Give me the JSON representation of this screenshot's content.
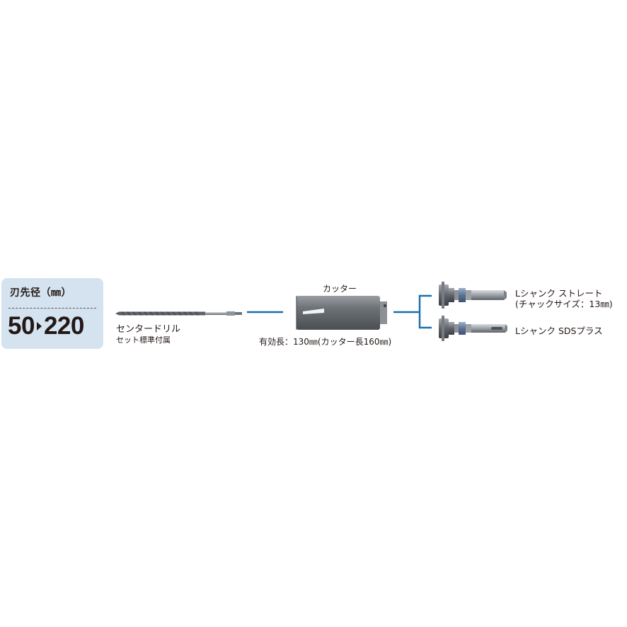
{
  "spec": {
    "label": "刃先径（㎜）",
    "min": "50",
    "max": "220"
  },
  "center_drill": {
    "name": "センタードリル",
    "note": "セット標準付属"
  },
  "cutter": {
    "label": "カッター",
    "length_note": "有効長：130㎜(カッター長160㎜)"
  },
  "shanks": {
    "straight": {
      "line1": "Lシャンク ストレート",
      "line2": "(チャックサイズ：13㎜)"
    },
    "sds": {
      "label": "Lシャンク SDSプラス"
    }
  },
  "colors": {
    "connector": "#1b6fae",
    "spec_box": "#d4e3ef",
    "metal": "#7a7f85"
  }
}
